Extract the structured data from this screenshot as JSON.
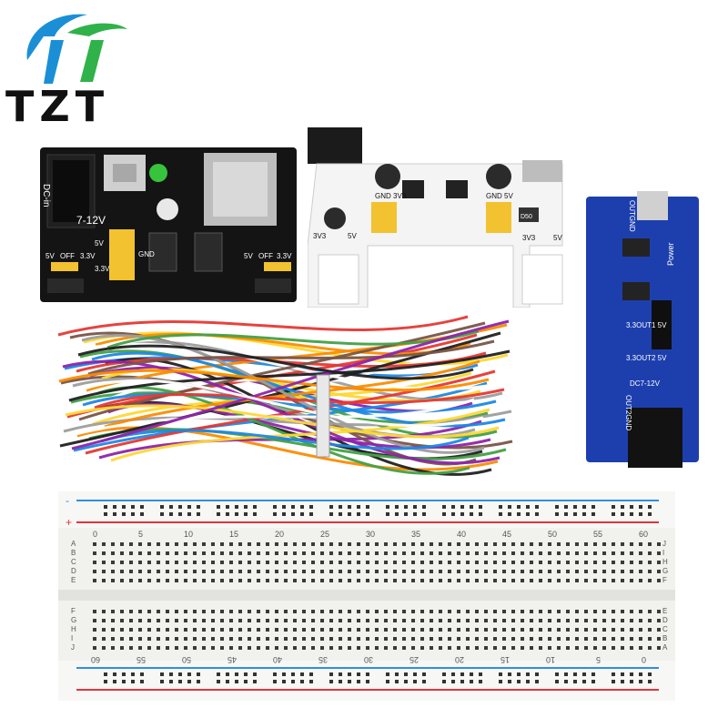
{
  "brand": {
    "name": "TZT",
    "colors": {
      "blue": "#1b8fd6",
      "green": "#2fb24a",
      "dark": "#111111"
    }
  },
  "black_module": {
    "labels": {
      "dc_in": "DC-in",
      "voltage": "7-12V",
      "left_5v": "5V",
      "left_off": "OFF",
      "left_33v": "3.3V",
      "mid_5v": "5V",
      "mid_33v": "3.3V",
      "gnd": "GND",
      "right_5v": "5V",
      "right_off": "OFF",
      "right_33v": "3.3V"
    },
    "colors": {
      "pcb": "#141414",
      "header": "#f2c230"
    }
  },
  "white_module": {
    "labels": {
      "gnd_left": "GND",
      "v33_left": "3V3",
      "v3_left": "3V3",
      "v5_left": "5V",
      "gnd_right": "GND",
      "v5_right": "5V",
      "v3_right": "3V3",
      "v5_right2": "5V",
      "chip": "D50"
    },
    "colors": {
      "pcb": "#f4f4f4",
      "header": "#f2c230"
    }
  },
  "blue_module": {
    "labels": {
      "out_gnd_top": "OUTGND",
      "power": "Power",
      "out1": "3.3OUT1 5V",
      "out2": "3.3OUT2 5V",
      "dc": "DC7-12V",
      "out_gnd_bottom": "OUT2GND"
    },
    "colors": {
      "pcb": "#1d3fae"
    }
  },
  "breadboard": {
    "top_numbers": [
      "0",
      "5",
      "10",
      "15",
      "20",
      "25",
      "30",
      "35",
      "40",
      "45",
      "50",
      "55",
      "60"
    ],
    "bottom_numbers": [
      "60",
      "55",
      "50",
      "45",
      "40",
      "35",
      "30",
      "25",
      "20",
      "15",
      "10",
      "5",
      "0"
    ],
    "rows_left_top": [
      "A",
      "B",
      "C",
      "D",
      "E"
    ],
    "rows_left_bottom": [
      "F",
      "G",
      "H",
      "I",
      "J"
    ],
    "rows_right_top": [
      "J",
      "I",
      "H",
      "G",
      "F"
    ],
    "rows_right_bottom": [
      "E",
      "D",
      "C",
      "B",
      "A"
    ],
    "minus": "-",
    "plus": "+",
    "colors": {
      "body": "#f1f1ee",
      "blue_line": "#2f8fe0",
      "red_line": "#e0353a"
    }
  },
  "wires": {
    "colors": [
      "#e53935",
      "#1e88e5",
      "#43a047",
      "#fb8c00",
      "#fdd835",
      "#8e24aa",
      "#212121",
      "#ffffff",
      "#9e9e9e",
      "#795548"
    ]
  }
}
